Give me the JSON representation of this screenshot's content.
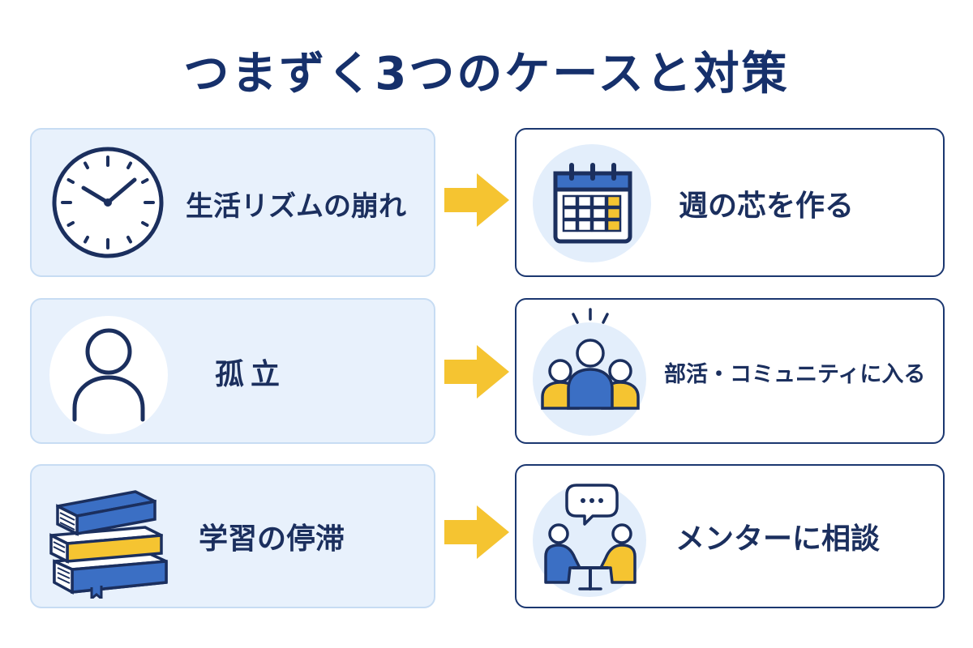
{
  "title": "つまずく3つのケースと対策",
  "colors": {
    "navy": "#16306b",
    "problem_bg": "#e8f1fc",
    "accent_yellow": "#f5c431",
    "accent_blue": "#3b6fc4"
  },
  "rows": [
    {
      "problem": {
        "label": "生活リズムの崩れ",
        "icon": "clock-icon"
      },
      "solution": {
        "label": "週の芯を作る",
        "icon": "calendar-icon"
      }
    },
    {
      "problem": {
        "label": "孤立",
        "icon": "person-icon"
      },
      "solution": {
        "label": "部活・コミュニティに入る",
        "icon": "group-icon"
      }
    },
    {
      "problem": {
        "label": "学習の停滞",
        "icon": "books-icon"
      },
      "solution": {
        "label": "メンターに相談",
        "icon": "mentor-talk-icon"
      }
    }
  ]
}
